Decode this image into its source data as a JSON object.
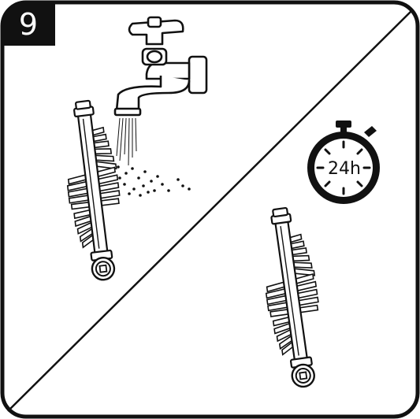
{
  "step": {
    "number": "9"
  },
  "scene_wash": {
    "illustration": "water-tap-rinsing-brush-roll"
  },
  "scene_dry": {
    "timer_label": "24h",
    "illustration": "brush-roll-drying"
  },
  "colors": {
    "ink": "#111111",
    "background": "#ffffff",
    "badge": "#111111"
  },
  "icons": [
    "water-tap-icon",
    "stopwatch-icon",
    "brush-roll-icon"
  ]
}
